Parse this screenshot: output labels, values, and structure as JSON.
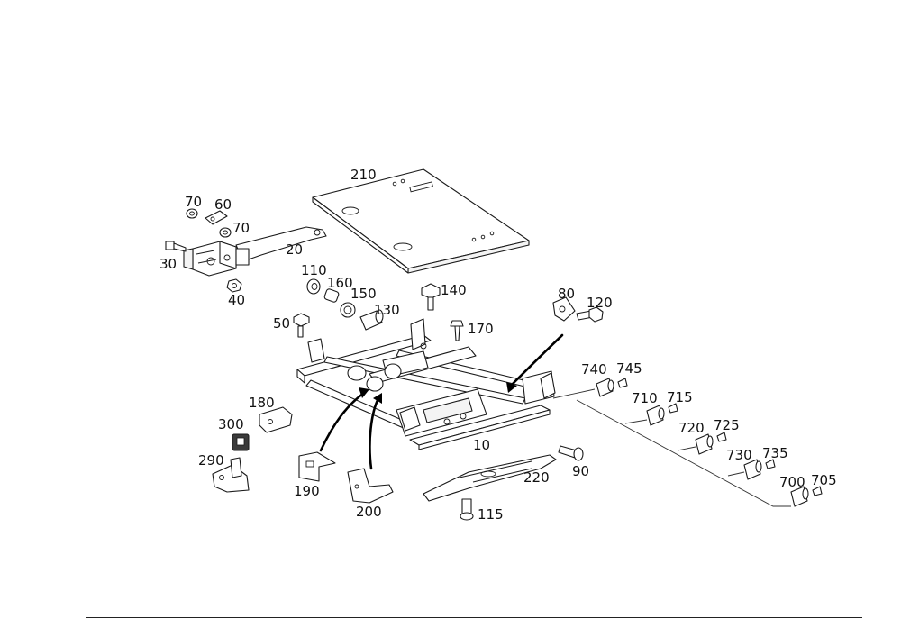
{
  "labels": {
    "p210": "210",
    "p70a": "70",
    "p60": "60",
    "p70b": "70",
    "p20": "20",
    "p30": "30",
    "p40": "40",
    "p110": "110",
    "p160": "160",
    "p150": "150",
    "p130": "130",
    "p140": "140",
    "p50": "50",
    "p170": "170",
    "p80": "80",
    "p120": "120",
    "p740": "740",
    "p745": "745",
    "p710": "710",
    "p715": "715",
    "p720": "720",
    "p725": "725",
    "p730": "730",
    "p735": "735",
    "p700": "700",
    "p705": "705",
    "p180": "180",
    "p300": "300",
    "p290": "290",
    "p190": "190",
    "p200": "200",
    "p10": "10",
    "p90": "90",
    "p220": "220",
    "p115": "115"
  }
}
